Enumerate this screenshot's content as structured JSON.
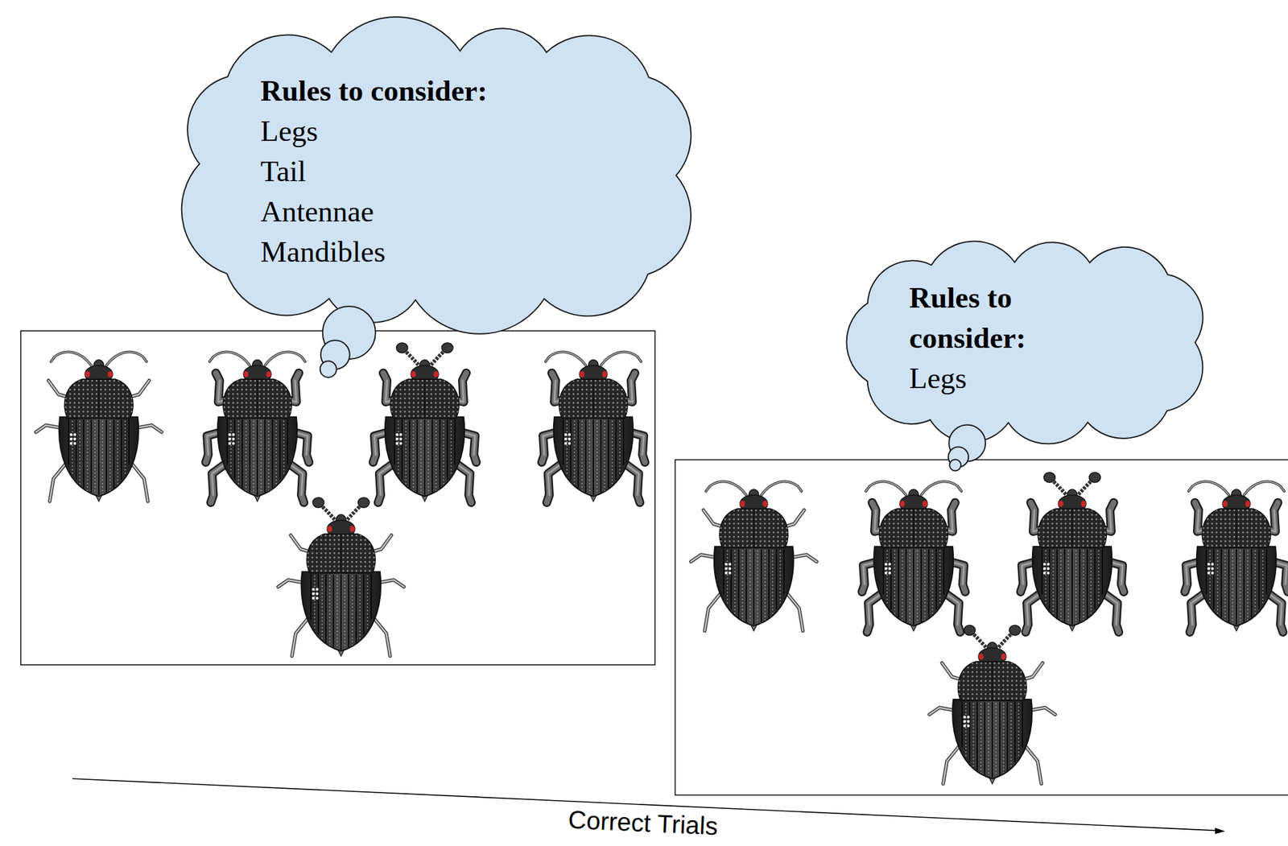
{
  "diagram": {
    "nodes": [
      {
        "text": [
          "Rules to consider:",
          "Legs",
          "Tail",
          "Antennae",
          "Mandibles"
        ]
      },
      {
        "text": [
          "Rules to consider:",
          "Legs"
        ]
      }
    ],
    "labels": [
      "Correct Trials"
    ]
  }
}
